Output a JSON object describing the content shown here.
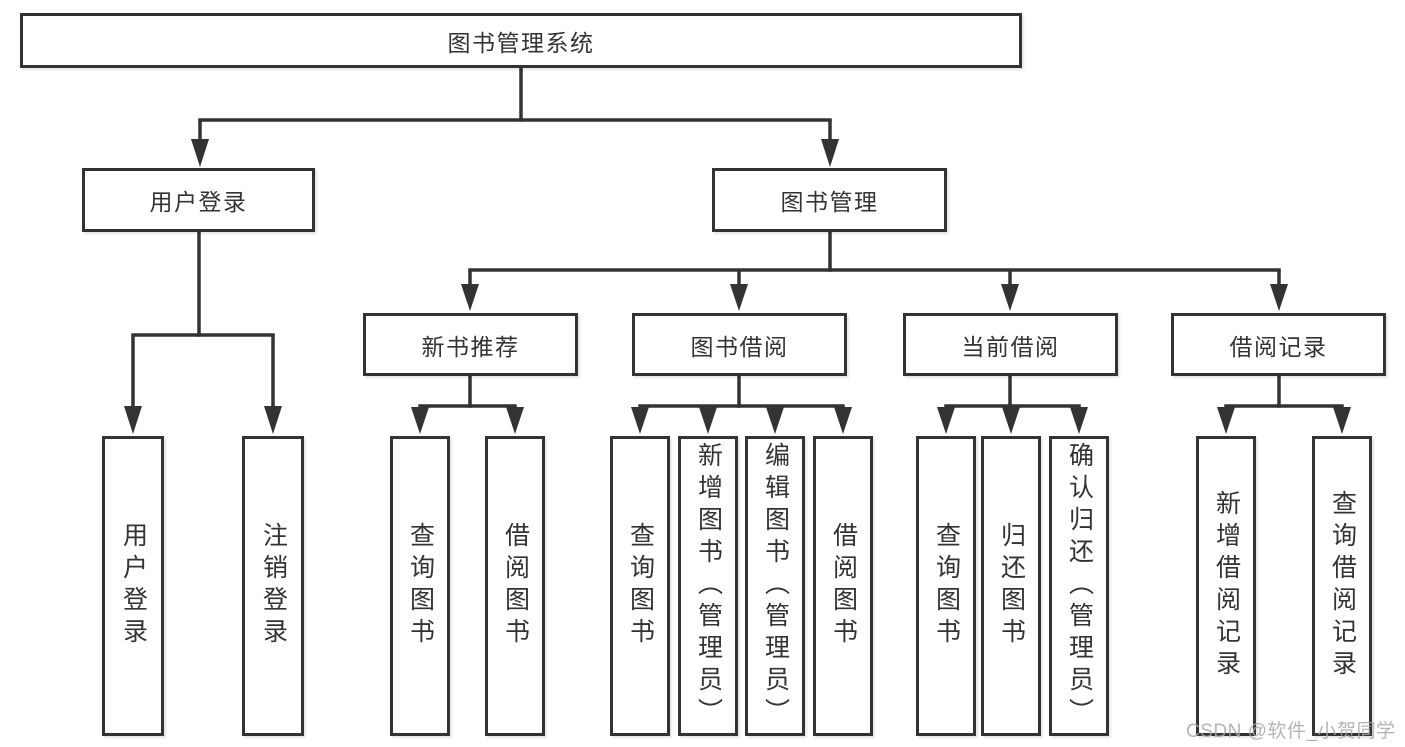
{
  "diagram": {
    "root": {
      "label": "图书管理系统"
    },
    "branches": [
      {
        "label": "用户登录",
        "children": [
          {
            "label": "用户登录"
          },
          {
            "label": "注销登录"
          }
        ]
      },
      {
        "label": "图书管理",
        "children": [
          {
            "label": "新书推荐",
            "children": [
              {
                "label": "查询图书"
              },
              {
                "label": "借阅图书"
              }
            ]
          },
          {
            "label": "图书借阅",
            "children": [
              {
                "label": "查询图书"
              },
              {
                "label": "新增图书（管理员）"
              },
              {
                "label": "编辑图书（管理员）"
              },
              {
                "label": "借阅图书"
              }
            ]
          },
          {
            "label": "当前借阅",
            "children": [
              {
                "label": "查询图书"
              },
              {
                "label": "归还图书"
              },
              {
                "label": "确认归还（管理员）"
              }
            ]
          },
          {
            "label": "借阅记录",
            "children": [
              {
                "label": "新增借阅记录"
              },
              {
                "label": "查询借阅记录"
              }
            ]
          }
        ]
      }
    ]
  },
  "watermark": {
    "text": "CSDN @软件_小贺同学"
  },
  "colors": {
    "line": "#333333",
    "box_border": "#333333",
    "text": "#333333",
    "watermark": "#a8a8a8",
    "background": "#ffffff"
  }
}
